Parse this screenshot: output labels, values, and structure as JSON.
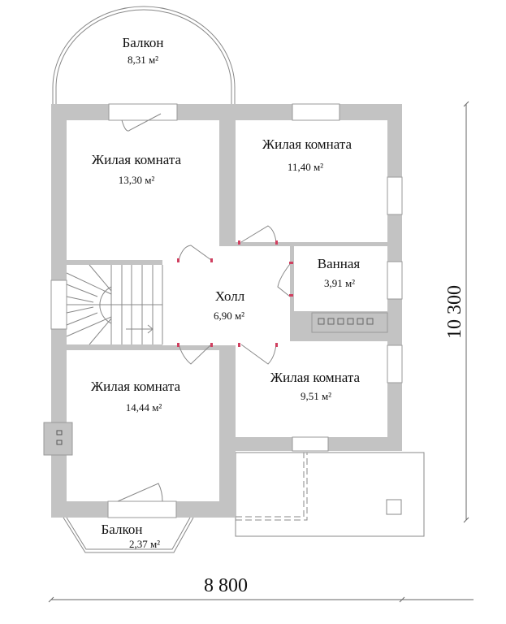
{
  "rooms": {
    "balcony_top": {
      "name": "Балкон",
      "area": "8,31 м²"
    },
    "living_top_left": {
      "name": "Жилая комната",
      "area": "13,30 м²"
    },
    "living_top_right": {
      "name": "Жилая комната",
      "area": "11,40 м²"
    },
    "bathroom": {
      "name": "Ванная",
      "area": "3,91 м²"
    },
    "hall": {
      "name": "Холл",
      "area": "6,90 м²"
    },
    "living_bottom_left": {
      "name": "Жилая комната",
      "area": "14,44 м²"
    },
    "living_bottom_right": {
      "name": "Жилая комната",
      "area": "9,51 м²"
    },
    "balcony_bottom": {
      "name": "Балкон",
      "area": "2,37 м²"
    }
  },
  "dimensions": {
    "width": "8 800",
    "height": "10 300"
  },
  "colors": {
    "wall": "#c3c3c3",
    "door_jamb": "#d04060"
  }
}
